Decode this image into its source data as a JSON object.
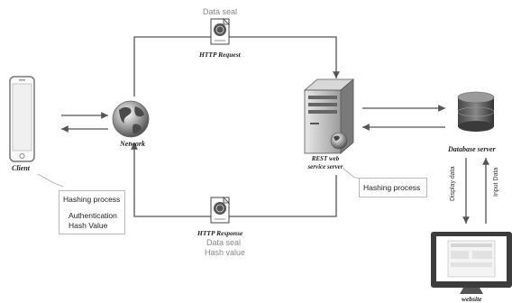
{
  "nodes": {
    "client": "Client",
    "network": "Network",
    "rest": "REST web service server",
    "database": "Database server",
    "website": "website"
  },
  "request": {
    "seal": "Data seal",
    "label": "HTTP Request"
  },
  "response": {
    "label": "HTTP Response",
    "seal": "Data seal",
    "hash": "Hash value"
  },
  "client_box": {
    "line1": "Hashing process",
    "line2": "Authentication",
    "line3": "Hash Value"
  },
  "rest_box": {
    "line1": "Hashing process"
  },
  "website_links": {
    "display": "Display data",
    "input": "Input Data"
  }
}
